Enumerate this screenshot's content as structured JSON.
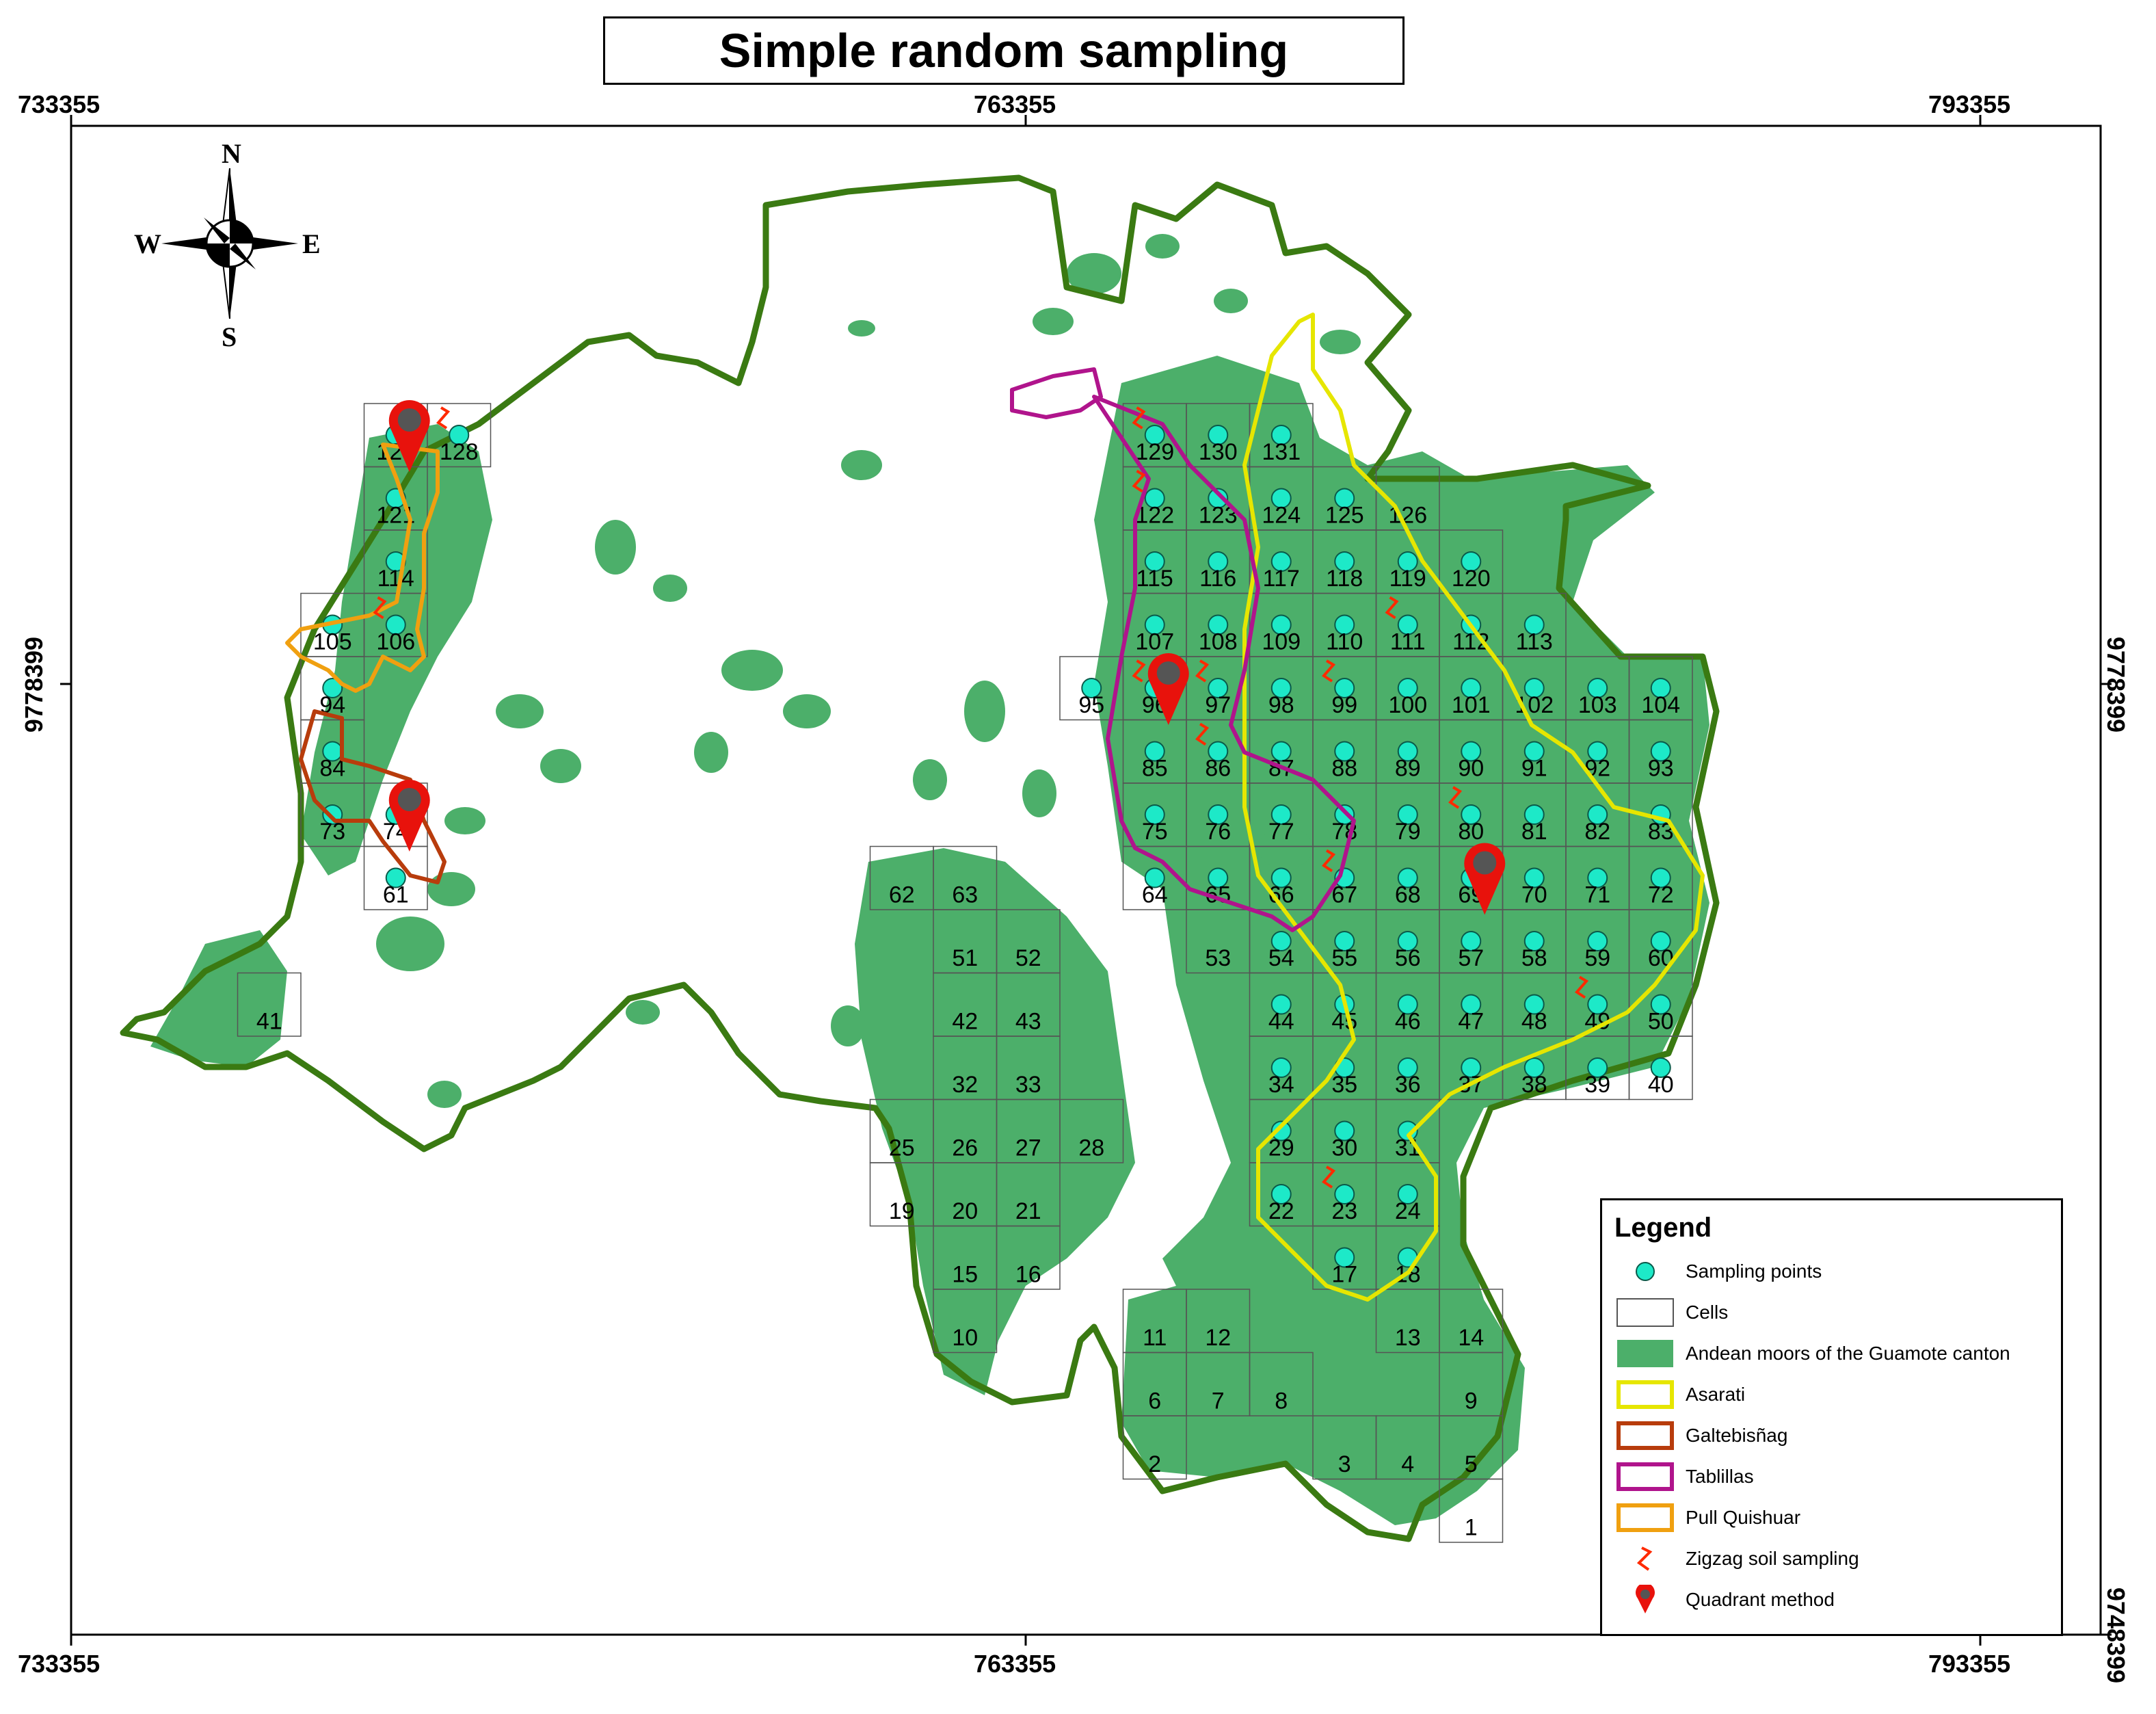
{
  "title": "Simple random sampling",
  "coords": {
    "top": [
      "733355",
      "763355",
      "793355"
    ],
    "bottom": [
      "733355",
      "763355",
      "793355"
    ],
    "left": "9778399",
    "right_upper": "9778399",
    "right_lower": "9748399"
  },
  "compass": {
    "n": "N",
    "s": "S",
    "e": "E",
    "w": "W"
  },
  "legend": {
    "title": "Legend",
    "items": [
      {
        "label": "Sampling points",
        "symbol": "point"
      },
      {
        "label": "Cells",
        "symbol": "cell"
      },
      {
        "label": "Andean moors of the Guamote canton",
        "symbol": "fill"
      },
      {
        "label": "Asarati",
        "symbol": "outline",
        "color": "#e6e600"
      },
      {
        "label": "Galtebisñag",
        "symbol": "outline",
        "color": "#b83c0c"
      },
      {
        "label": "Tablillas",
        "symbol": "outline",
        "color": "#b0148c"
      },
      {
        "label": "Pull Quishuar",
        "symbol": "outline",
        "color": "#f0a010"
      },
      {
        "label": "Zigzag soil sampling",
        "symbol": "zigzag"
      },
      {
        "label": "Quadrant method",
        "symbol": "marker"
      }
    ]
  },
  "colors": {
    "moor": "#4caf6a",
    "border": "#3a7a12",
    "point": "#1de9c8",
    "asarati": "#e6e600",
    "galtebisnag": "#b83c0c",
    "tablillas": "#b0148c",
    "pull_quishuar": "#f0a010",
    "zigzag": "#ff2a00",
    "marker": "#e8120c"
  },
  "cells": [
    {
      "n": "1",
      "c": 22,
      "r": 23,
      "p": false
    },
    {
      "n": "2",
      "c": 17,
      "r": 22,
      "p": false
    },
    {
      "n": "3",
      "c": 20,
      "r": 22,
      "p": false
    },
    {
      "n": "4",
      "c": 21,
      "r": 22,
      "p": false
    },
    {
      "n": "5",
      "c": 22,
      "r": 22,
      "p": false
    },
    {
      "n": "6",
      "c": 17,
      "r": 21,
      "p": false
    },
    {
      "n": "7",
      "c": 18,
      "r": 21,
      "p": false
    },
    {
      "n": "8",
      "c": 19,
      "r": 21,
      "p": false
    },
    {
      "n": "9",
      "c": 22,
      "r": 21,
      "p": false
    },
    {
      "n": "10",
      "c": 14,
      "r": 20,
      "p": false
    },
    {
      "n": "11",
      "c": 17,
      "r": 20,
      "p": false
    },
    {
      "n": "12",
      "c": 18,
      "r": 20,
      "p": false
    },
    {
      "n": "13",
      "c": 21,
      "r": 20,
      "p": false
    },
    {
      "n": "14",
      "c": 22,
      "r": 20,
      "p": false
    },
    {
      "n": "15",
      "c": 14,
      "r": 19,
      "p": false
    },
    {
      "n": "16",
      "c": 15,
      "r": 19,
      "p": false
    },
    {
      "n": "17",
      "c": 20,
      "r": 19,
      "p": true
    },
    {
      "n": "18",
      "c": 21,
      "r": 19,
      "p": true
    },
    {
      "n": "19",
      "c": 13,
      "r": 18,
      "p": false
    },
    {
      "n": "20",
      "c": 14,
      "r": 18,
      "p": false
    },
    {
      "n": "21",
      "c": 15,
      "r": 18,
      "p": false
    },
    {
      "n": "22",
      "c": 19,
      "r": 18,
      "p": true
    },
    {
      "n": "23",
      "c": 20,
      "r": 18,
      "p": true
    },
    {
      "n": "24",
      "c": 21,
      "r": 18,
      "p": true
    },
    {
      "n": "25",
      "c": 13,
      "r": 17,
      "p": false
    },
    {
      "n": "26",
      "c": 14,
      "r": 17,
      "p": false
    },
    {
      "n": "27",
      "c": 15,
      "r": 17,
      "p": false
    },
    {
      "n": "28",
      "c": 16,
      "r": 17,
      "p": false
    },
    {
      "n": "29",
      "c": 19,
      "r": 17,
      "p": true
    },
    {
      "n": "30",
      "c": 20,
      "r": 17,
      "p": true
    },
    {
      "n": "31",
      "c": 21,
      "r": 17,
      "p": true
    },
    {
      "n": "32",
      "c": 14,
      "r": 16,
      "p": false
    },
    {
      "n": "33",
      "c": 15,
      "r": 16,
      "p": false
    },
    {
      "n": "34",
      "c": 19,
      "r": 16,
      "p": true
    },
    {
      "n": "35",
      "c": 20,
      "r": 16,
      "p": true
    },
    {
      "n": "36",
      "c": 21,
      "r": 16,
      "p": true
    },
    {
      "n": "37",
      "c": 22,
      "r": 16,
      "p": true
    },
    {
      "n": "38",
      "c": 23,
      "r": 16,
      "p": true
    },
    {
      "n": "39",
      "c": 24,
      "r": 16,
      "p": true
    },
    {
      "n": "40",
      "c": 25,
      "r": 16,
      "p": true
    },
    {
      "n": "41",
      "c": 3,
      "r": 15,
      "p": false
    },
    {
      "n": "42",
      "c": 14,
      "r": 15,
      "p": false
    },
    {
      "n": "43",
      "c": 15,
      "r": 15,
      "p": false
    },
    {
      "n": "44",
      "c": 19,
      "r": 15,
      "p": true
    },
    {
      "n": "45",
      "c": 20,
      "r": 15,
      "p": true
    },
    {
      "n": "46",
      "c": 21,
      "r": 15,
      "p": true
    },
    {
      "n": "47",
      "c": 22,
      "r": 15,
      "p": true
    },
    {
      "n": "48",
      "c": 23,
      "r": 15,
      "p": true
    },
    {
      "n": "49",
      "c": 24,
      "r": 15,
      "p": true
    },
    {
      "n": "50",
      "c": 25,
      "r": 15,
      "p": true
    },
    {
      "n": "51",
      "c": 14,
      "r": 14,
      "p": false
    },
    {
      "n": "52",
      "c": 15,
      "r": 14,
      "p": false
    },
    {
      "n": "53",
      "c": 18,
      "r": 14,
      "p": false
    },
    {
      "n": "54",
      "c": 19,
      "r": 14,
      "p": true
    },
    {
      "n": "55",
      "c": 20,
      "r": 14,
      "p": true
    },
    {
      "n": "56",
      "c": 21,
      "r": 14,
      "p": true
    },
    {
      "n": "57",
      "c": 22,
      "r": 14,
      "p": true
    },
    {
      "n": "58",
      "c": 23,
      "r": 14,
      "p": true
    },
    {
      "n": "59",
      "c": 24,
      "r": 14,
      "p": true
    },
    {
      "n": "60",
      "c": 25,
      "r": 14,
      "p": true
    },
    {
      "n": "61",
      "c": 5,
      "r": 13,
      "p": true
    },
    {
      "n": "62",
      "c": 13,
      "r": 13,
      "p": false
    },
    {
      "n": "63",
      "c": 14,
      "r": 13,
      "p": false
    },
    {
      "n": "64",
      "c": 17,
      "r": 13,
      "p": true
    },
    {
      "n": "65",
      "c": 18,
      "r": 13,
      "p": true
    },
    {
      "n": "66",
      "c": 19,
      "r": 13,
      "p": true
    },
    {
      "n": "67",
      "c": 20,
      "r": 13,
      "p": true
    },
    {
      "n": "68",
      "c": 21,
      "r": 13,
      "p": true
    },
    {
      "n": "69",
      "c": 22,
      "r": 13,
      "p": true
    },
    {
      "n": "70",
      "c": 23,
      "r": 13,
      "p": true
    },
    {
      "n": "71",
      "c": 24,
      "r": 13,
      "p": true
    },
    {
      "n": "72",
      "c": 25,
      "r": 13,
      "p": true
    },
    {
      "n": "73",
      "c": 4,
      "r": 12,
      "p": true
    },
    {
      "n": "74",
      "c": 5,
      "r": 12,
      "p": true
    },
    {
      "n": "75",
      "c": 17,
      "r": 12,
      "p": true
    },
    {
      "n": "76",
      "c": 18,
      "r": 12,
      "p": true
    },
    {
      "n": "77",
      "c": 19,
      "r": 12,
      "p": true
    },
    {
      "n": "78",
      "c": 20,
      "r": 12,
      "p": true
    },
    {
      "n": "79",
      "c": 21,
      "r": 12,
      "p": true
    },
    {
      "n": "80",
      "c": 22,
      "r": 12,
      "p": true
    },
    {
      "n": "81",
      "c": 23,
      "r": 12,
      "p": true
    },
    {
      "n": "82",
      "c": 24,
      "r": 12,
      "p": true
    },
    {
      "n": "83",
      "c": 25,
      "r": 12,
      "p": true
    },
    {
      "n": "84",
      "c": 4,
      "r": 11,
      "p": true
    },
    {
      "n": "85",
      "c": 17,
      "r": 11,
      "p": true
    },
    {
      "n": "86",
      "c": 18,
      "r": 11,
      "p": true
    },
    {
      "n": "87",
      "c": 19,
      "r": 11,
      "p": true
    },
    {
      "n": "88",
      "c": 20,
      "r": 11,
      "p": true
    },
    {
      "n": "89",
      "c": 21,
      "r": 11,
      "p": true
    },
    {
      "n": "90",
      "c": 22,
      "r": 11,
      "p": true
    },
    {
      "n": "91",
      "c": 23,
      "r": 11,
      "p": true
    },
    {
      "n": "92",
      "c": 24,
      "r": 11,
      "p": true
    },
    {
      "n": "93",
      "c": 25,
      "r": 11,
      "p": true
    },
    {
      "n": "94",
      "c": 4,
      "r": 10,
      "p": true
    },
    {
      "n": "95",
      "c": 16,
      "r": 10,
      "p": true
    },
    {
      "n": "96",
      "c": 17,
      "r": 10,
      "p": true
    },
    {
      "n": "97",
      "c": 18,
      "r": 10,
      "p": true
    },
    {
      "n": "98",
      "c": 19,
      "r": 10,
      "p": true
    },
    {
      "n": "99",
      "c": 20,
      "r": 10,
      "p": true
    },
    {
      "n": "100",
      "c": 21,
      "r": 10,
      "p": true
    },
    {
      "n": "101",
      "c": 22,
      "r": 10,
      "p": true
    },
    {
      "n": "102",
      "c": 23,
      "r": 10,
      "p": true
    },
    {
      "n": "103",
      "c": 24,
      "r": 10,
      "p": true
    },
    {
      "n": "104",
      "c": 25,
      "r": 10,
      "p": true
    },
    {
      "n": "105",
      "c": 4,
      "r": 9,
      "p": true
    },
    {
      "n": "106",
      "c": 5,
      "r": 9,
      "p": true
    },
    {
      "n": "107",
      "c": 17,
      "r": 9,
      "p": true
    },
    {
      "n": "108",
      "c": 18,
      "r": 9,
      "p": true
    },
    {
      "n": "109",
      "c": 19,
      "r": 9,
      "p": true
    },
    {
      "n": "110",
      "c": 20,
      "r": 9,
      "p": true
    },
    {
      "n": "111",
      "c": 21,
      "r": 9,
      "p": true
    },
    {
      "n": "112",
      "c": 22,
      "r": 9,
      "p": true
    },
    {
      "n": "113",
      "c": 23,
      "r": 9,
      "p": true
    },
    {
      "n": "114",
      "c": 5,
      "r": 8,
      "p": true
    },
    {
      "n": "115",
      "c": 17,
      "r": 8,
      "p": true
    },
    {
      "n": "116",
      "c": 18,
      "r": 8,
      "p": true
    },
    {
      "n": "117",
      "c": 19,
      "r": 8,
      "p": true
    },
    {
      "n": "118",
      "c": 20,
      "r": 8,
      "p": true
    },
    {
      "n": "119",
      "c": 21,
      "r": 8,
      "p": true
    },
    {
      "n": "120",
      "c": 22,
      "r": 8,
      "p": true
    },
    {
      "n": "121",
      "c": 5,
      "r": 7,
      "p": true
    },
    {
      "n": "122",
      "c": 17,
      "r": 7,
      "p": true
    },
    {
      "n": "123",
      "c": 18,
      "r": 7,
      "p": true
    },
    {
      "n": "124",
      "c": 19,
      "r": 7,
      "p": true
    },
    {
      "n": "125",
      "c": 20,
      "r": 7,
      "p": true
    },
    {
      "n": "126",
      "c": 21,
      "r": 7,
      "p": false
    },
    {
      "n": "127",
      "c": 5,
      "r": 6,
      "p": true
    },
    {
      "n": "128",
      "c": 6,
      "r": 6,
      "p": true
    },
    {
      "n": "129",
      "c": 17,
      "r": 6,
      "p": true
    },
    {
      "n": "130",
      "c": 18,
      "r": 6,
      "p": true
    },
    {
      "n": "131",
      "c": 19,
      "r": 6,
      "p": true
    }
  ],
  "quadrant_markers": [
    {
      "cell": "127"
    },
    {
      "cell": "74"
    },
    {
      "cell": "96"
    },
    {
      "cell": "69"
    }
  ]
}
